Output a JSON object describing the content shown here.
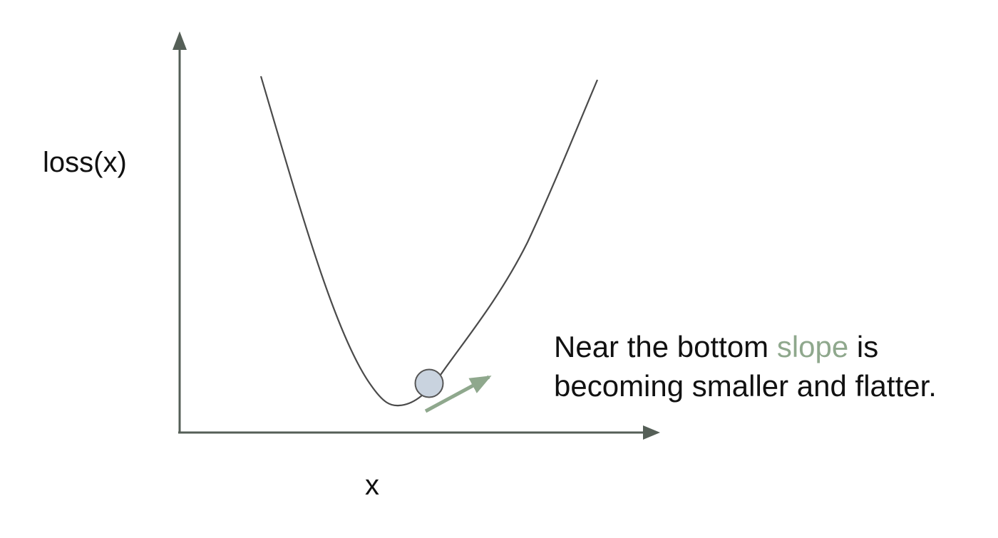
{
  "y_axis_label": "loss(x)",
  "x_axis_label": "x",
  "caption": {
    "line1_before": "Near the bottom ",
    "line1_highlight": "slope",
    "line1_after": " is",
    "line2": "becoming smaller and flatter."
  },
  "colors": {
    "axis": "#555f57",
    "curve": "#4a4a4a",
    "ball_fill": "#c9d3df",
    "ball_stroke": "#555555",
    "arrow": "#8fa88d",
    "highlight": "#8fa88d",
    "text": "#111111"
  }
}
